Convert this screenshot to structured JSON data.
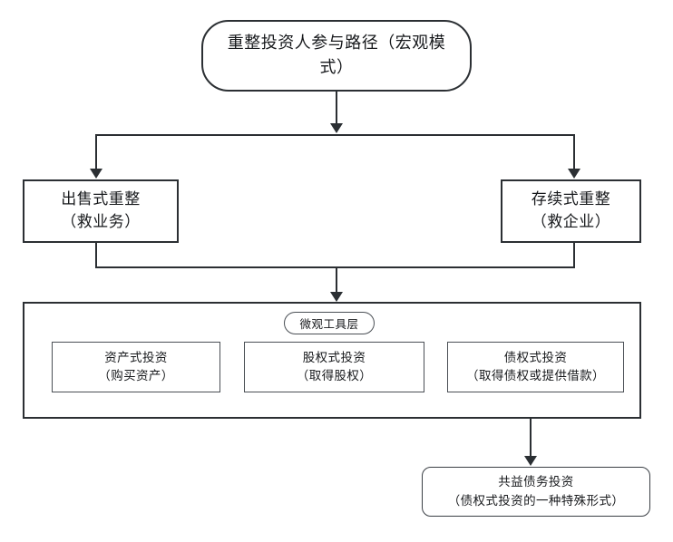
{
  "diagram": {
    "title_node": {
      "id": "node-root",
      "label": "重整投资人参与路径（宏观模\n式）",
      "shape": "rounded-rectangle"
    },
    "branches": [
      {
        "id": "node-sale",
        "label": "出售式重整\n（救业务）",
        "shape": "rectangle"
      },
      {
        "id": "node-going",
        "label": "存续式重整\n（救企业）",
        "shape": "rectangle"
      }
    ],
    "tool_layer": {
      "label": "微观工具层",
      "items": [
        {
          "id": "tool-asset",
          "label": "资产式投资\n（购买资产）"
        },
        {
          "id": "tool-equity",
          "label": "股权式投资\n（取得股权）"
        },
        {
          "id": "tool-debt",
          "label": "债权式投资\n（取得债权或提供借款）"
        }
      ]
    },
    "special_node": {
      "id": "node-common",
      "label": "共益债务投资\n（债权式投资的一种特殊形式）",
      "shape": "rounded-rectangle"
    },
    "colors": {
      "background": "#ffffff",
      "stroke_strong": "#2b2f33",
      "stroke_light": "#4a4f55",
      "text": "#17191c"
    }
  }
}
